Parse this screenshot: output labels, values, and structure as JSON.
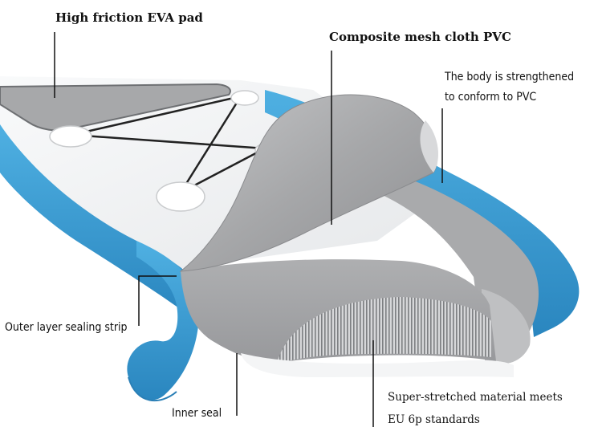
{
  "image": {
    "description_free": true,
    "palette": {
      "accent_blue": "#3b9bd0",
      "board_white": "#f4f5f6",
      "pvc_gray": "#a3a4a6",
      "dark_gray": "#6e7073"
    }
  },
  "labels": {
    "eva_pad": "High friction EVA pad",
    "mesh_cloth": "Composite mesh cloth PVC",
    "body_line1": "The body is strengthened",
    "body_line2": "to conform to PVC",
    "outer_seal": "Outer layer sealing strip",
    "inner_seal": "Inner seal",
    "stretched_line1": "Super-stretched material meets",
    "stretched_line2": "EU 6p standards"
  }
}
